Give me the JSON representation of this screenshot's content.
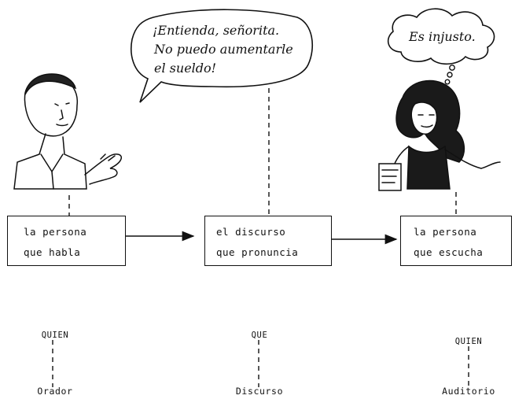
{
  "diagram": {
    "speaker_bubble": {
      "lines": [
        "¡Entienda, señorita.",
        "No puedo aumentarle",
        "el sueldo!"
      ]
    },
    "listener_thought": {
      "text": "Es injusto."
    },
    "illustrations": {
      "speaker": "man-gesturing-icon",
      "listener": "woman-shrugging-icon"
    },
    "boxes": [
      {
        "line1": "la persona",
        "line2": "que habla"
      },
      {
        "line1": "el discurso",
        "line2": "que pronuncia"
      },
      {
        "line1": "la persona",
        "line2": "que escucha"
      }
    ],
    "bottom": [
      {
        "term": "QUIEN",
        "label": "Orador"
      },
      {
        "term": "QUE",
        "label": "Discurso"
      },
      {
        "term": "QUIEN",
        "label": "Auditorio"
      }
    ]
  }
}
